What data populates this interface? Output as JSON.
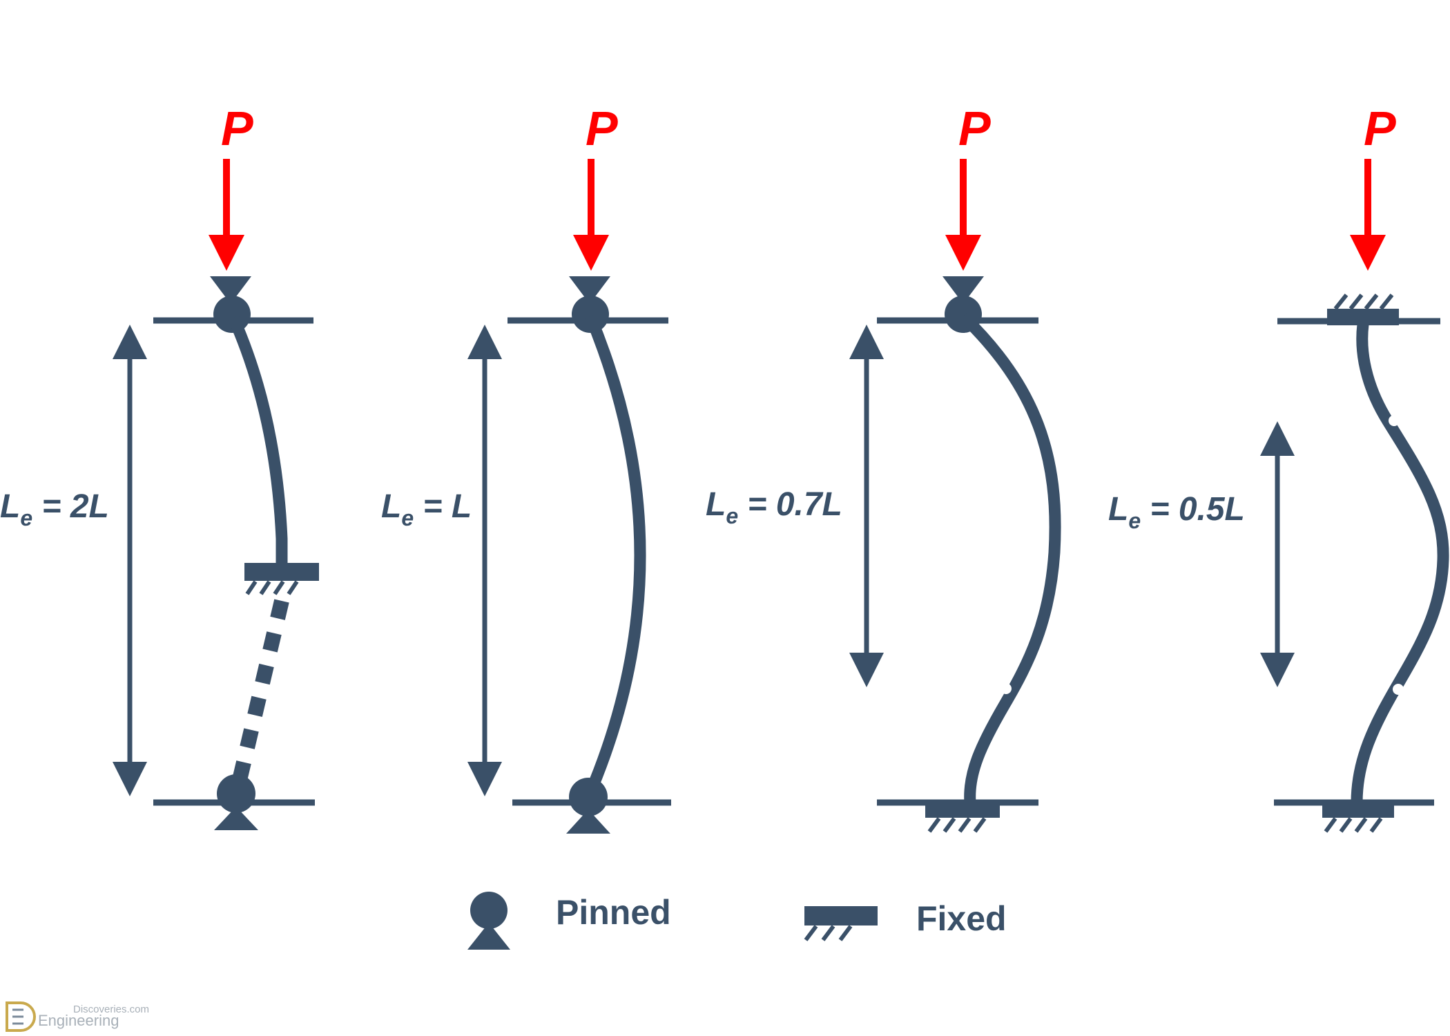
{
  "colors": {
    "structure": "#3a5068",
    "load": "#ff0000"
  },
  "columns": [
    {
      "id": "pinned-fixed",
      "top_support": "pinned",
      "bottom_support": "pinned",
      "load_label": "P",
      "le_main": "L",
      "le_sub": "e",
      "le_value": " = 2L"
    },
    {
      "id": "pinned-pinned",
      "top_support": "pinned",
      "bottom_support": "pinned",
      "load_label": "P",
      "le_main": "L",
      "le_sub": "e",
      "le_value": " = L"
    },
    {
      "id": "pinned-fixed-base",
      "top_support": "pinned",
      "bottom_support": "fixed",
      "load_label": "P",
      "le_main": "L",
      "le_sub": "e",
      "le_value": " = 0.7L"
    },
    {
      "id": "fixed-fixed",
      "top_support": "fixed",
      "bottom_support": "fixed",
      "load_label": "P",
      "le_main": "L",
      "le_sub": "e",
      "le_value": " = 0.5L"
    }
  ],
  "legend": {
    "pinned": "Pinned",
    "fixed": "Fixed"
  },
  "watermark": {
    "top": "Discoveries.com",
    "bottom": "Engineering"
  }
}
